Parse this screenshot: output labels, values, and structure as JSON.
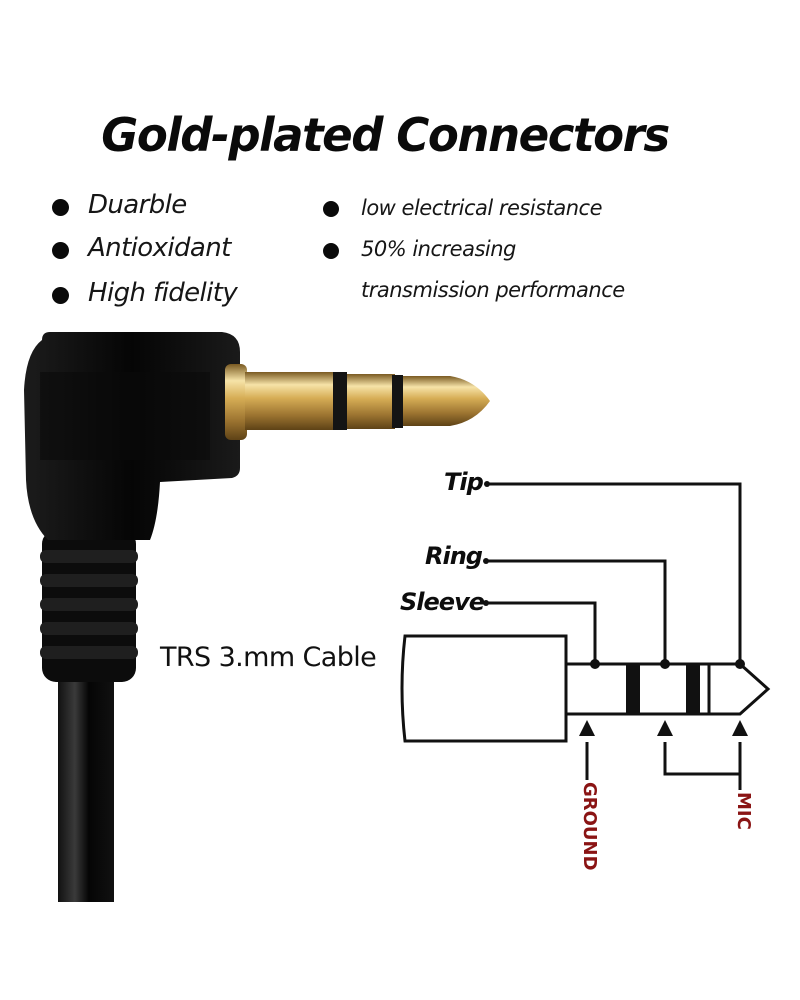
{
  "title": "Gold-plated Connectors",
  "features_left": [
    "Duarble",
    "Antioxidant",
    "High fidelity"
  ],
  "features_right": [
    "low electrical resistance",
    "50% increasing",
    "transmission performance"
  ],
  "cable_label": "TRS 3.mm Cable",
  "diagram": {
    "tip": "Tip",
    "ring": "Ring",
    "sleeve": "Sleeve",
    "ground": "GROUND",
    "mic": "MIC"
  },
  "colors": {
    "gold": "#d4a94c",
    "label_red": "#8a1414",
    "plug_black": "#0d0d0d"
  }
}
